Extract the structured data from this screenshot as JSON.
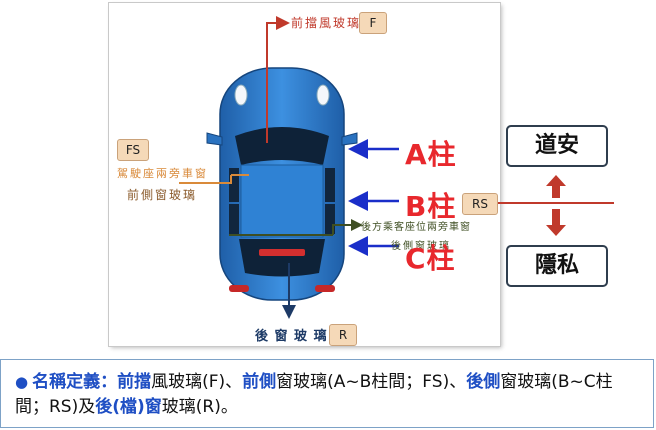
{
  "diagram": {
    "tags": {
      "front": "F",
      "front_side": "FS",
      "rear_side": "RS",
      "rear": "R"
    },
    "labels": {
      "front_windshield": "前擋風玻璃",
      "front_side_line1": "駕駛座兩旁車窗",
      "front_side_line2": "前側窗玻璃",
      "rear_side_line1": "後方乘客座位兩旁車窗",
      "rear_side_line2": "後側窗玻璃",
      "rear_window": "後 窗 玻 璃"
    },
    "pillars": {
      "a": "A柱",
      "b": "B柱",
      "c": "C柱"
    },
    "side": {
      "top": "道安",
      "bottom": "隱私"
    },
    "colors": {
      "pillar_red": "#e8282d",
      "arrow_blue": "#1a2ec9",
      "car_blue": "#2f7fd0",
      "orange": "#d98a3a",
      "olive": "#3e4e22",
      "dark_red": "#c0392b"
    }
  },
  "definition": {
    "bullet": "●",
    "segments": [
      {
        "text": "名稱定義",
        "hl": true
      },
      {
        "text": "：",
        "hl": true
      },
      {
        "text": "前擋",
        "hl": true
      },
      {
        "text": "風玻璃(F)、",
        "hl": false
      },
      {
        "text": "前側",
        "hl": true
      },
      {
        "text": "窗玻璃(A~B柱間；FS)、",
        "hl": false
      },
      {
        "text": "後側",
        "hl": true
      },
      {
        "text": "窗玻璃(B~C柱間；RS)及",
        "hl": false
      },
      {
        "text": "後(檔)窗",
        "hl": true
      },
      {
        "text": "玻璃(R)。",
        "hl": false
      }
    ]
  }
}
